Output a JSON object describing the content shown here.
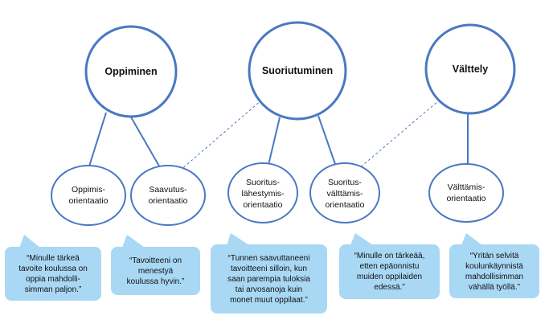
{
  "colors": {
    "circle_stroke": "#4a78c2",
    "line": "#4a78c2",
    "callout_fill": "#a9d8f5"
  },
  "top_nodes": [
    {
      "id": "oppiminen",
      "label": "Oppiminen"
    },
    {
      "id": "suoriutuminen",
      "label": "Suoriutuminen"
    },
    {
      "id": "valttely",
      "label": "Välttely"
    }
  ],
  "orientations": [
    {
      "id": "oppimis",
      "label": "Oppimis-\norientaatio"
    },
    {
      "id": "saavutus",
      "label": "Saavutus-\norientaatio"
    },
    {
      "id": "lahestymis",
      "label": "Suoritus-\nlähestymis-\norientaatio"
    },
    {
      "id": "valttamis",
      "label": "Suoritus-\nvälttämis-\norientaatio"
    },
    {
      "id": "valttamisor",
      "label": "Välttämis-\norientaatio"
    }
  ],
  "quotes": [
    {
      "id": "q1",
      "text": "“Minulle tärkeä\ntavoite koulussa on\noppia mahdolli-\nsimman paljon.”"
    },
    {
      "id": "q2",
      "text": "“Tavoitteeni on\nmenestyä\nkoulussa hyvin.”"
    },
    {
      "id": "q3",
      "text": "“Tunnen saavuttaneeni\ntavoitteeni silloin, kun\nsaan parempia tuloksia\ntai arvosanoja kuin\nmonet muut oppilaat.”"
    },
    {
      "id": "q4",
      "text": "“Minulle on tärkeää,\netten epäonnistu\nmuiden oppilaiden\nedessä.”"
    },
    {
      "id": "q5",
      "text": "“Yritän selvitä\nkoulunkäynnistä\nmahdollisimman\nvähällä työllä.”"
    }
  ]
}
